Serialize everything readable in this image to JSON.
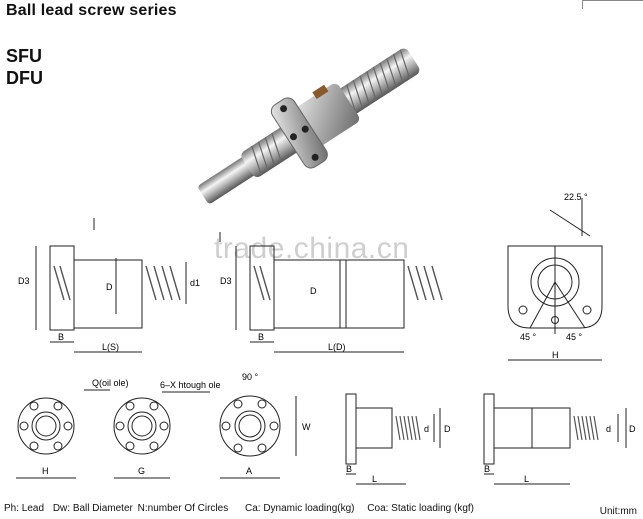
{
  "header": {
    "title": "Ball lead screw  series",
    "models": [
      "SFU",
      "DFU"
    ]
  },
  "watermark": "trade.china.cn",
  "drawings": {
    "sfu_side": {
      "d3": "D3",
      "d": "D",
      "d1": "d1",
      "b": "B",
      "l": "L(S)"
    },
    "dfu_side": {
      "d3": "D3",
      "d": "D",
      "b": "B",
      "l": "L(D)"
    },
    "flange_front": {
      "angle": "22.5 °",
      "angle_left": "45 °",
      "angle_right": "45 °",
      "h": "H"
    },
    "flange_views": {
      "oil_hole": "Q(oil  ole)",
      "through_hole": "6–X  htough   ole",
      "angle": "90 °",
      "h": "H",
      "g": "G",
      "a": "A",
      "w": "W"
    },
    "small_sfu": {
      "d": "d",
      "D": "D",
      "b": "B",
      "l": "L"
    },
    "small_dfu": {
      "d": "d",
      "D": "D",
      "b": "B",
      "l": "L"
    }
  },
  "legend": {
    "ph": "Ph: Lead",
    "dw": "Dw: Ball Diameter",
    "n": "N:number Of Circles",
    "ca": "Ca: Dynamic loading(kg)",
    "coa": "Coa: Static loading (kgf)",
    "unit": "Unit:mm"
  }
}
